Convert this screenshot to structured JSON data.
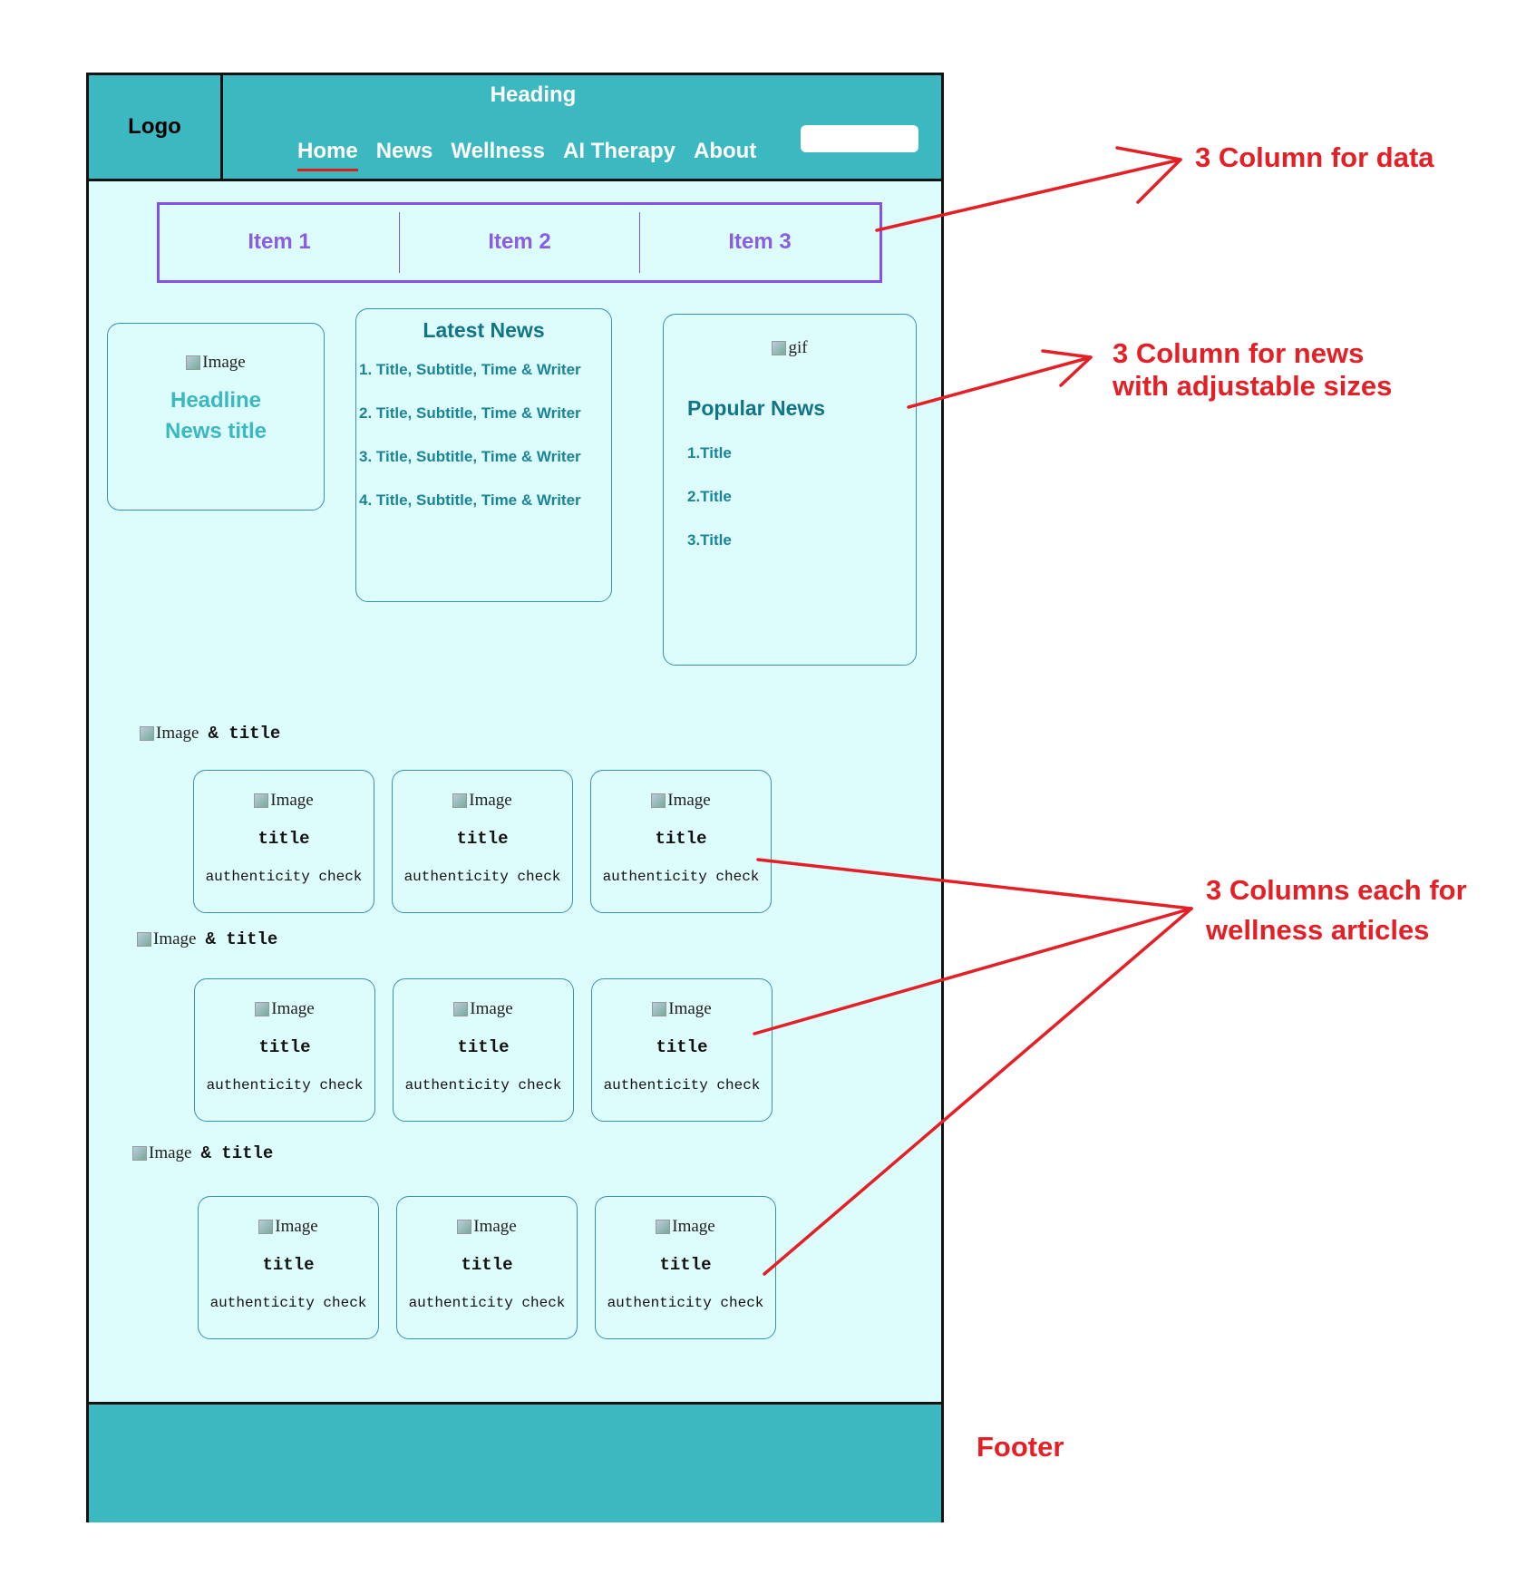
{
  "header": {
    "logo": "Logo",
    "heading": "Heading",
    "nav": [
      {
        "label": "Home",
        "active": true
      },
      {
        "label": "News",
        "active": false
      },
      {
        "label": "Wellness",
        "active": false
      },
      {
        "label": "AI Therapy",
        "active": false
      },
      {
        "label": "About",
        "active": false
      }
    ],
    "search_placeholder": ""
  },
  "data_bar": {
    "items": [
      "Item 1",
      "Item 2",
      "Item 3"
    ]
  },
  "news": {
    "headline": {
      "image_alt": "Image",
      "title": "Headline News title"
    },
    "latest": {
      "title": "Latest News",
      "items": [
        "1.  Title, Subtitle, Time & Writer",
        "2.  Title, Subtitle, Time & Writer",
        "3.  Title, Subtitle, Time & Writer",
        "4.  Title, Subtitle, Time & Writer"
      ]
    },
    "popular": {
      "image_alt": "gif",
      "title": "Popular News",
      "items": [
        "1.Title",
        "2.Title",
        "3.Title"
      ]
    }
  },
  "wellness": {
    "sections": [
      {
        "header_image_alt": "Image",
        "header_text": "& title",
        "cards": [
          {
            "image_alt": "Image",
            "title": "title",
            "check": "authenticity check"
          },
          {
            "image_alt": "Image",
            "title": "title",
            "check": "authenticity check"
          },
          {
            "image_alt": "Image",
            "title": "title",
            "check": "authenticity check"
          }
        ]
      },
      {
        "header_image_alt": "Image",
        "header_text": "& title",
        "cards": [
          {
            "image_alt": "Image",
            "title": "title",
            "check": "authenticity check"
          },
          {
            "image_alt": "Image",
            "title": "title",
            "check": "authenticity check"
          },
          {
            "image_alt": "Image",
            "title": "title",
            "check": "authenticity check"
          }
        ]
      },
      {
        "header_image_alt": "Image",
        "header_text": "& title",
        "cards": [
          {
            "image_alt": "Image",
            "title": "title",
            "check": "authenticity check"
          },
          {
            "image_alt": "Image",
            "title": "title",
            "check": "authenticity check"
          },
          {
            "image_alt": "Image",
            "title": "title",
            "check": "authenticity check"
          }
        ]
      }
    ]
  },
  "footer": {},
  "annotations": {
    "data": "3 Column for data",
    "news_line1": "3 Column for news",
    "news_line2": "with adjustable sizes",
    "wellness_line1": "3 Columns each for",
    "wellness_line2": "wellness articles",
    "footer": "Footer"
  },
  "colors": {
    "header_bg": "#3cb8c0",
    "page_bg": "#ddfcfc",
    "accent_purple": "#8a5de6",
    "news_teal": "#127585",
    "annotation_red": "#e41f26"
  }
}
